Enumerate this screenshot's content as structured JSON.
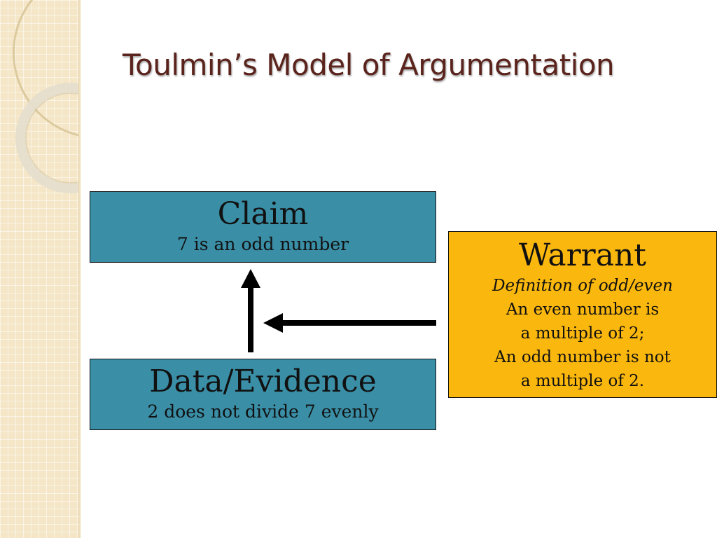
{
  "slide": {
    "title": "Toulmin’s Model of Argumentation"
  },
  "claim": {
    "heading": "Claim",
    "text": "7 is an odd number"
  },
  "data_evidence": {
    "heading": "Data/Evidence",
    "text": "2 does not divide 7 evenly"
  },
  "warrant": {
    "heading": "Warrant",
    "lines": [
      "Definition of odd/even",
      "An even number is",
      "a multiple of 2;",
      "An odd number is not",
      "a multiple of 2."
    ]
  },
  "colors": {
    "claim_box": "#3a8fa7",
    "data_box": "#3a8fa7",
    "warrant_box": "#fab70e",
    "title": "#5a231c",
    "arrow": "#000000"
  }
}
